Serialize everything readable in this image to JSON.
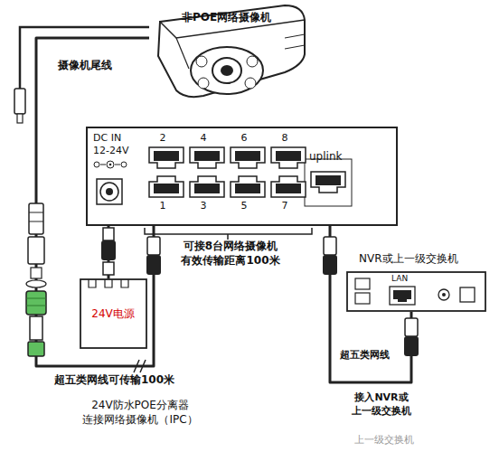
{
  "diagram": {
    "nodes": [
      {
        "text": [
          "非POE网络摄像机"
        ]
      },
      {
        "text": [
          "DC IN",
          "12-24V",
          "2",
          "4",
          "6",
          "8",
          "1",
          "3",
          "5",
          "7",
          "uplink"
        ]
      },
      {
        "text": [
          "24V电源"
        ]
      },
      {
        "text": [
          "NVR或上一级交换机",
          "LAN"
        ]
      }
    ],
    "edges": [
      {
        "from": 0,
        "to": 1,
        "arrow": "none"
      },
      {
        "from": 2,
        "to": 1,
        "arrow": "none"
      },
      {
        "from": 1,
        "to": 3,
        "arrow": "none"
      }
    ],
    "labels": [
      "摄像机尾线",
      "可接8台网络摄像机 有效传输距离100米",
      "超五类网线可传输100米",
      "24V防水POE分离器 连接网络摄像机（IPC）",
      "超五类网线",
      "接入NVR或 上一级交换机",
      "上一级交换机"
    ]
  }
}
